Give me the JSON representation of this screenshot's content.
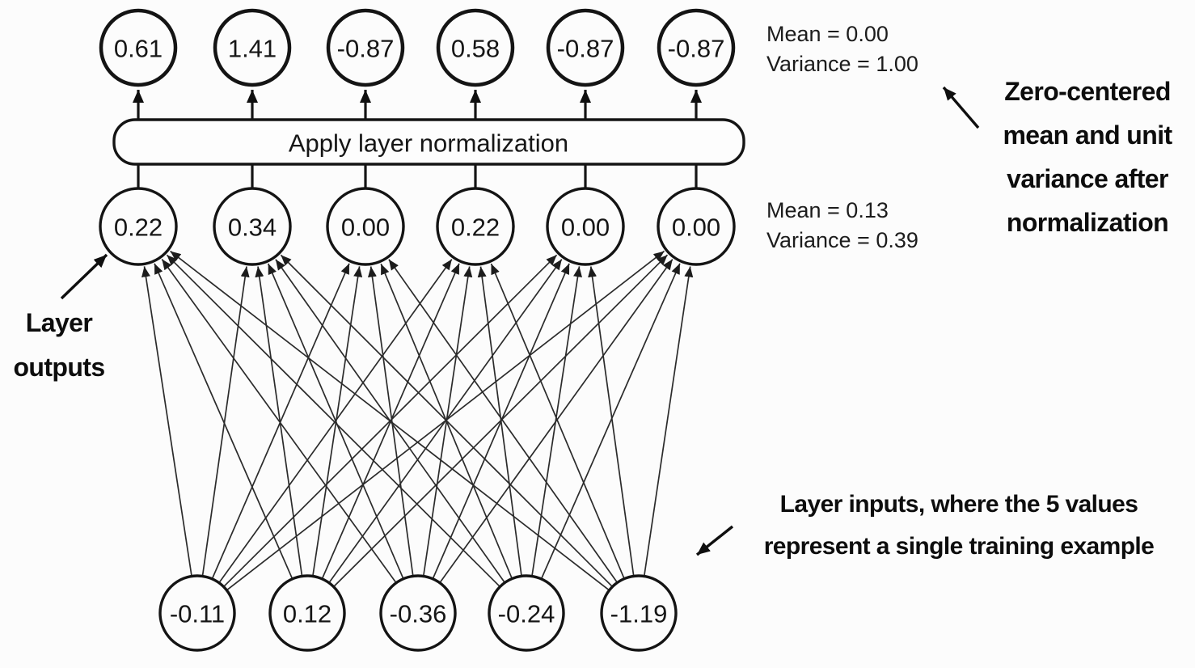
{
  "diagram": {
    "box_label": "Apply layer normalization",
    "top_nodes": [
      "0.61",
      "1.41",
      "-0.87",
      "0.58",
      "-0.87",
      "-0.87"
    ],
    "middle_nodes": [
      "0.22",
      "0.34",
      "0.00",
      "0.22",
      "0.00",
      "0.00"
    ],
    "bottom_nodes": [
      "-0.11",
      "0.12",
      "-0.36",
      "-0.24",
      "-1.19"
    ],
    "stats_after": {
      "mean": "Mean = 0.00",
      "variance": "Variance = 1.00"
    },
    "stats_before": {
      "mean": "Mean = 0.13",
      "variance": "Variance = 0.39"
    },
    "note_right": {
      "lines": [
        "Zero-centered",
        "mean and unit",
        "variance after",
        "normalization"
      ]
    },
    "note_left": {
      "lines": [
        "Layer",
        "outputs"
      ]
    },
    "note_bottom": {
      "lines": [
        "Layer inputs, where the 5 values",
        "represent a single training example"
      ]
    },
    "colors": {
      "stroke": "#141414",
      "background": "#fcfcfc",
      "text": "#161616"
    }
  }
}
